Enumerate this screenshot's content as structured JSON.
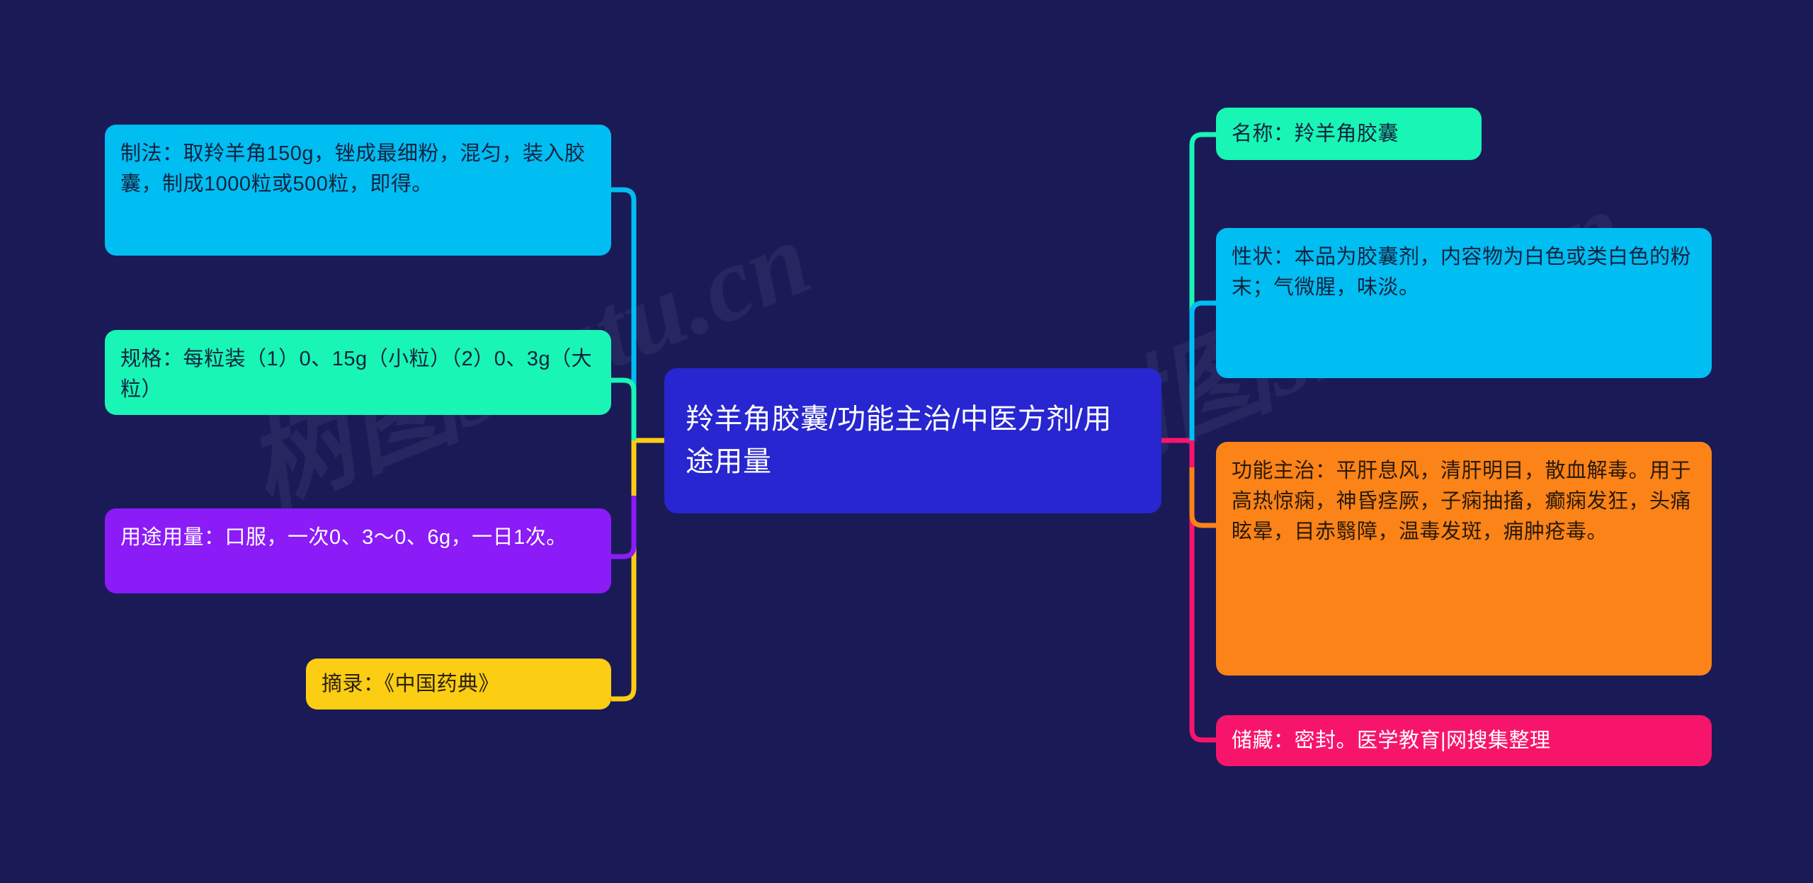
{
  "meta": {
    "background_color": "#1a1a57",
    "watermark_text": "树图shutu.cn"
  },
  "mindmap": {
    "root": {
      "label": "羚羊角胶囊/功能主治/中医方剂/用途用量",
      "color": "#2726d0",
      "text_color": "#ffffff"
    },
    "left_branches": [
      {
        "id": "zhifa",
        "label": "制法：取羚羊角150g，锉成最细粉，混匀，装入胶囊，制成1000粒或500粒，即得。",
        "color": "#00bdf2",
        "text_color": "#14233f"
      },
      {
        "id": "guige",
        "label": "规格：每粒装（1）0、15g（小粒）（2）0、3g（大粒）",
        "color": "#18f5b4",
        "text_color": "#14233f"
      },
      {
        "id": "yongtu",
        "label": "用途用量：口服，一次0、3～0、6g，一日1次。",
        "color": "#8b1bf7",
        "text_color": "#ffffff"
      },
      {
        "id": "zhailu",
        "label": "摘录：《中国药典》",
        "color": "#fbcd13",
        "text_color": "#2a2110"
      }
    ],
    "right_branches": [
      {
        "id": "mingcheng",
        "label": "名称：羚羊角胶囊",
        "color": "#18f5b4",
        "text_color": "#14233f"
      },
      {
        "id": "xingzhuang",
        "label": "性状：本品为胶囊剂，内容物为白色或类白色的粉末；气微腥，味淡。",
        "color": "#00bdf2",
        "text_color": "#14233f"
      },
      {
        "id": "gongneng",
        "label": "功能主治：平肝息风，清肝明目，散血解毒。用于高热惊痫，神昏痉厥，子痫抽搐，癫痫发狂，头痛眩晕，目赤翳障，温毒发斑，痈肿疮毒。",
        "color": "#fb8318",
        "text_color": "#2a1a08"
      },
      {
        "id": "chucang",
        "label": "储藏：密封。医学教育|网搜集整理",
        "color": "#f7156b",
        "text_color": "#ffffff"
      }
    ],
    "connectors": {
      "left_trunk_color": "#fbcd13",
      "right_trunk_color": "#f7156b",
      "left_link_colors": [
        "#00bdf2",
        "#18f5b4",
        "#8b1bf7",
        "#fbcd13"
      ],
      "right_link_colors": [
        "#18f5b4",
        "#00bdf2",
        "#fb8318",
        "#f7156b"
      ]
    }
  }
}
